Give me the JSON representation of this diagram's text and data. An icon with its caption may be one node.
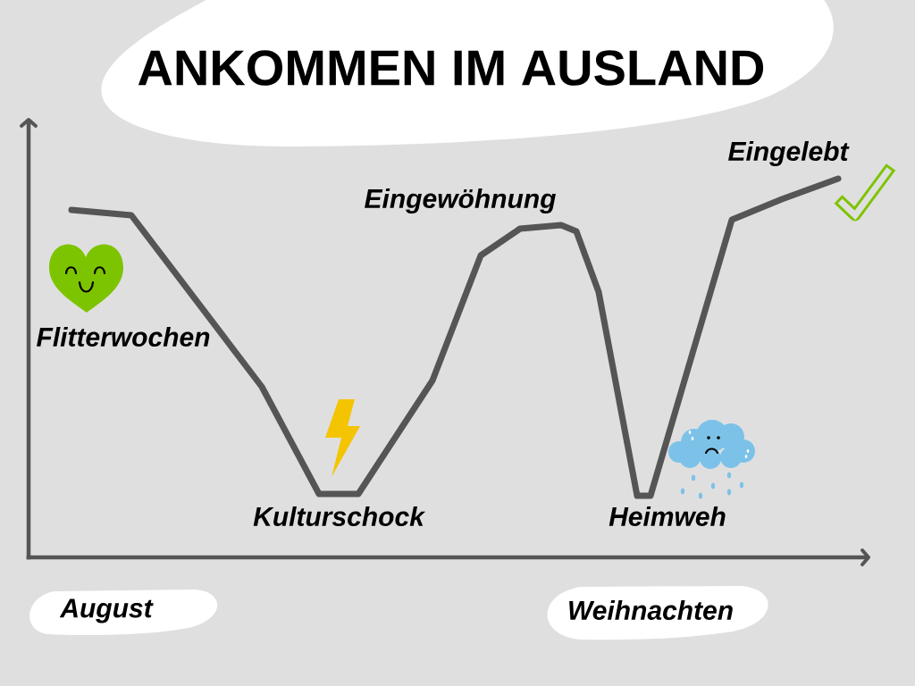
{
  "diagram": {
    "title": "ANKOMMEN IM AUSLAND",
    "nodes": [
      {
        "text": [
          "August"
        ]
      },
      {
        "text": [
          "Weihnachten"
        ]
      }
    ],
    "labels": [
      "Eingelebt",
      "Eingewöhnung",
      "Flitterwochen",
      "Kulturschock",
      "Heimweh"
    ]
  }
}
